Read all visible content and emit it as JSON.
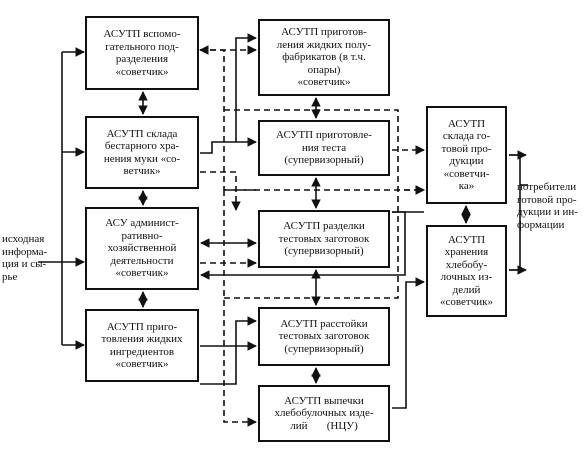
{
  "blocks": {
    "auxiliary": "АСУТП вспомо-\nгательного под-\nразделения\n«советчик»",
    "flour_storage": "АСУТП склада\nбестарного хра-\nнения муки «со-\nветчик»",
    "admin": "АСУ админист-\nративно-\nхозяйственной\nдеятельности\n«советчик»",
    "liquid_ingredients": "АСУТП приго-\nтовления жидких\nингредиентов\n«советчик»",
    "liquid_semi": "АСУТП приготов-\nления жидких полу-\nфабрикатов (в т.ч.\nопары)\n«советчик»",
    "dough": "АСУТП приготовле-\nния теста\n(супервизорный)",
    "dividing": "АСУТП разделки\nтестовых заготовок\n(супервизорный)",
    "proofing": "АСУТП расстойки\nтестовых заготовок\n(супервизорный)",
    "baking": "АСУТП выпечки\nхлебобулочных изде-\nлий       (НЦУ)",
    "finished_storage": "АСУТП\nсклада го-\nтовой про-\nдукции\n«советчи-\nка»",
    "bakery_storage": "АСУТП\nхранения\nхлебобу-\nлочных из-\nделий\n«советчик»"
  },
  "labels": {
    "input": "исходная\nинформа-\nция и сы-\nрье",
    "output": "потребители\nготовой про-\nдукции и ин-\nформации"
  }
}
